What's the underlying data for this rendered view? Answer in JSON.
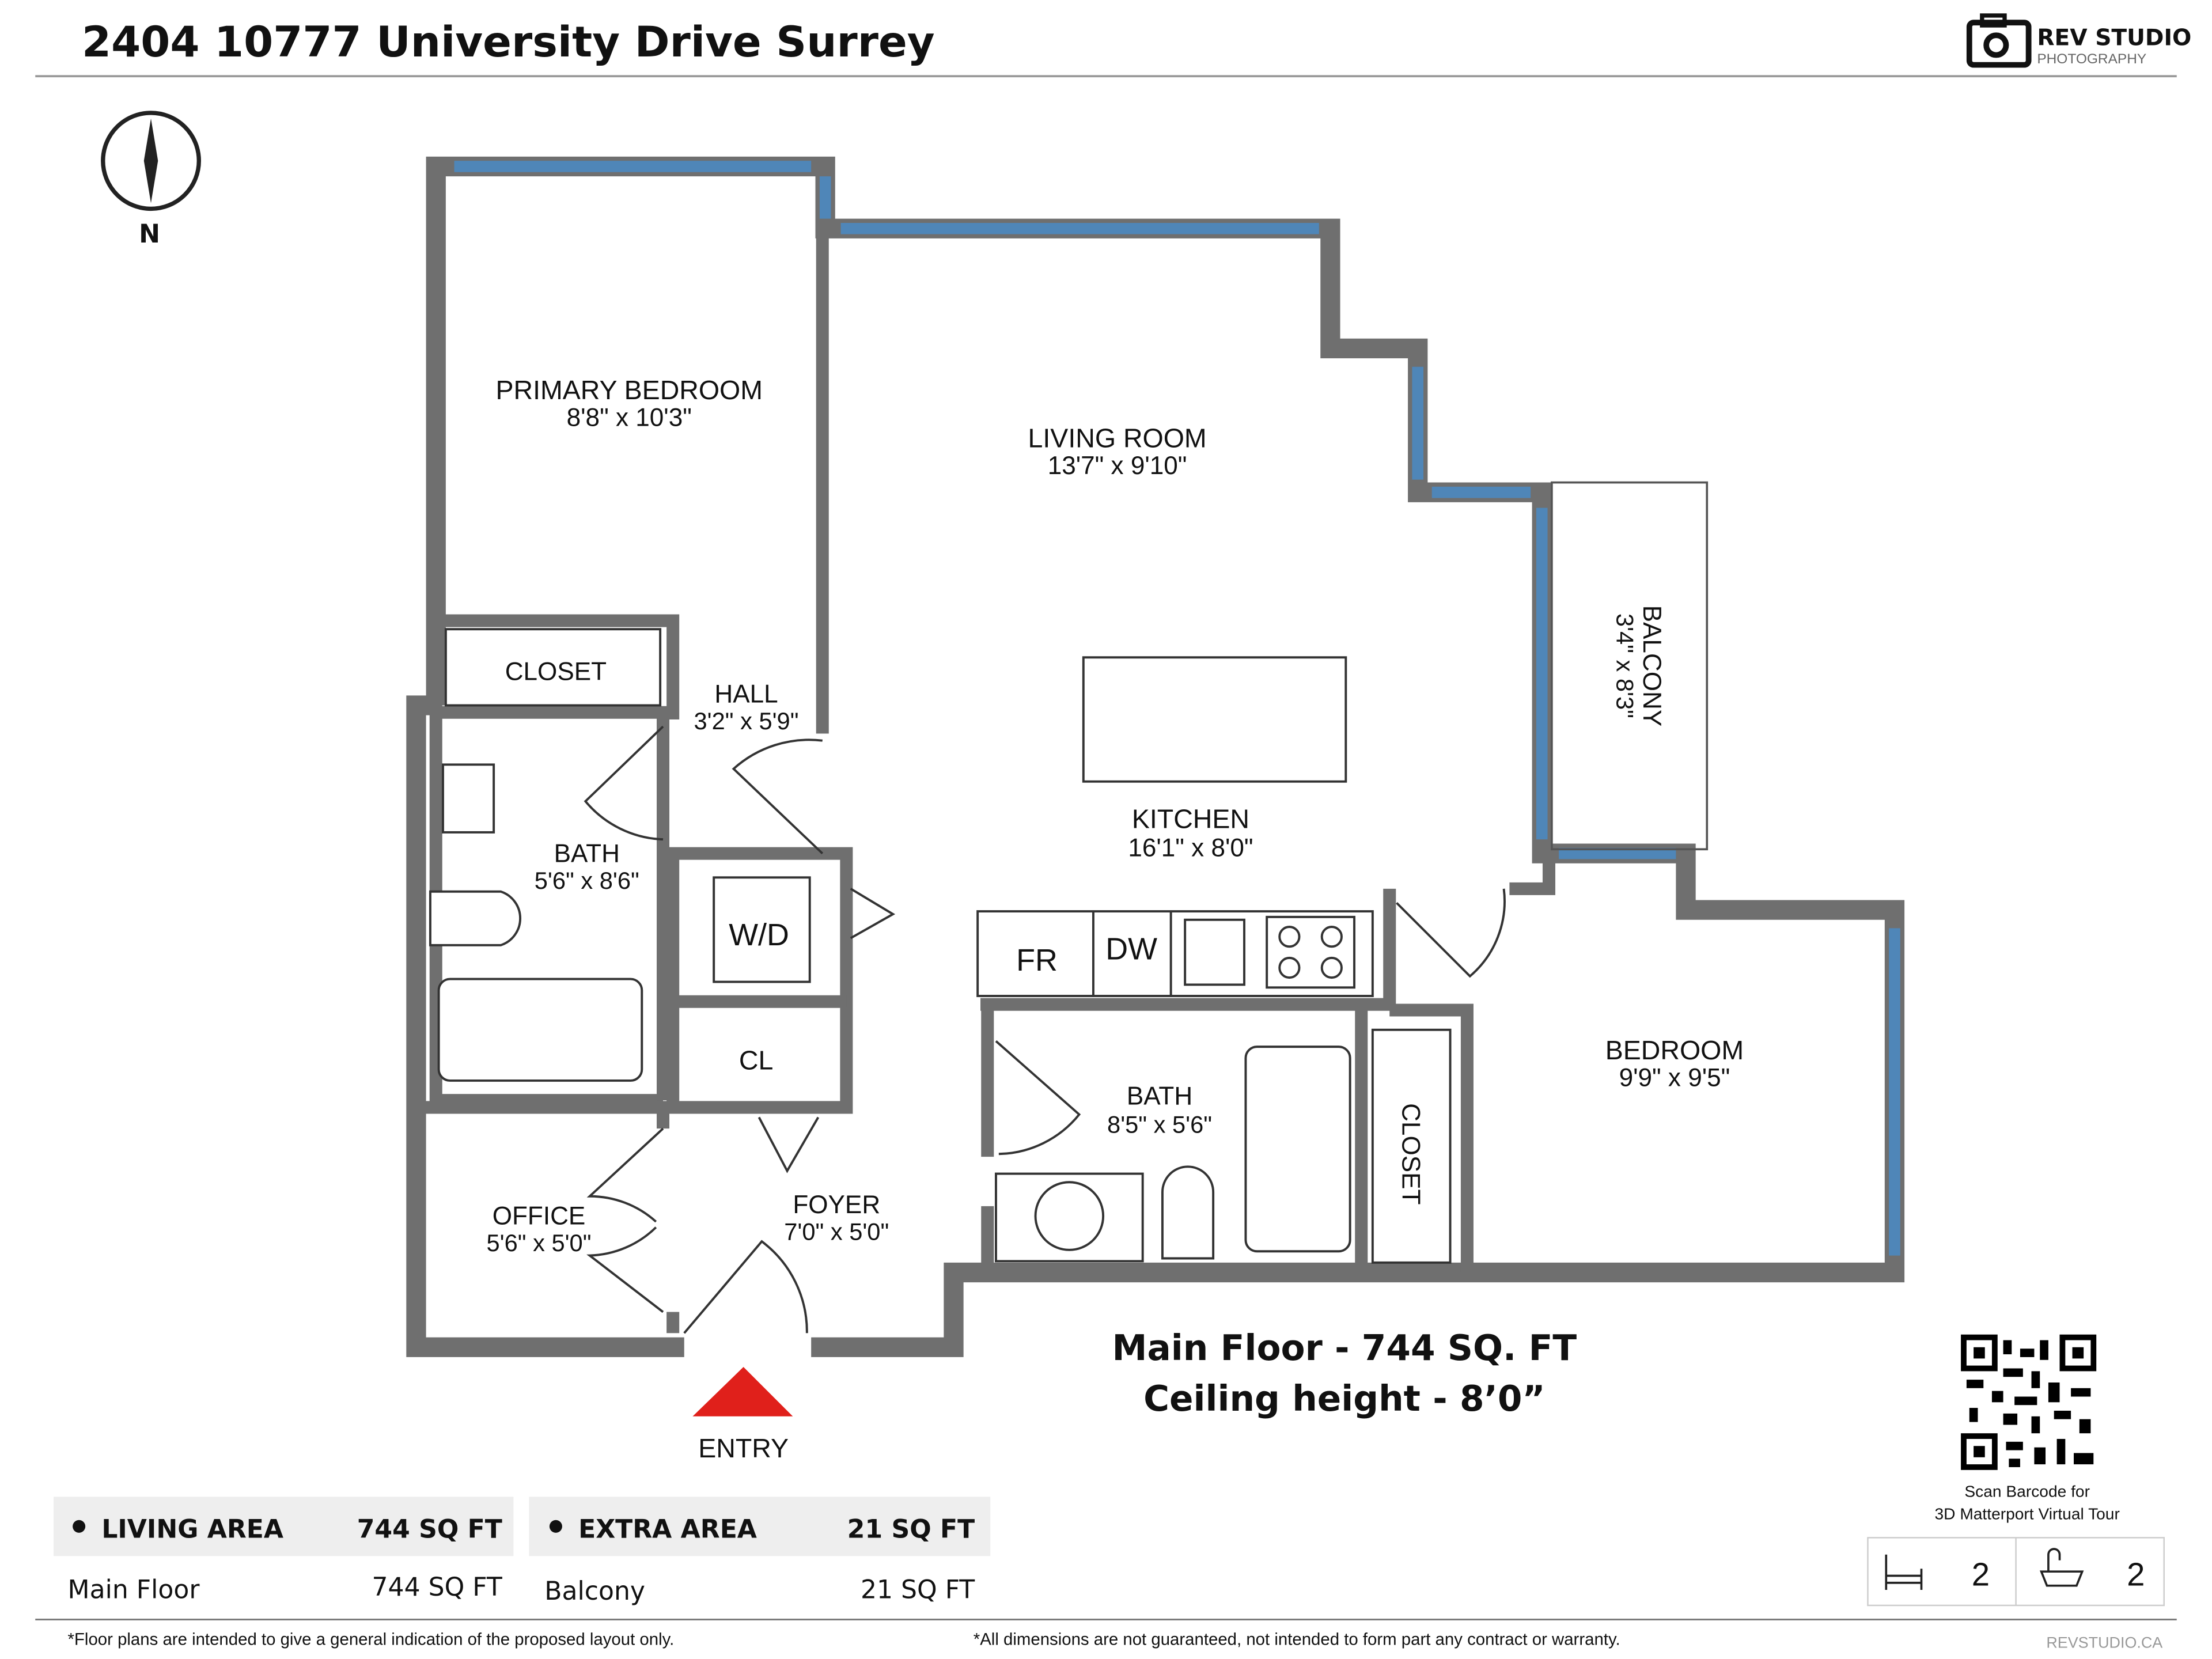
{
  "header": {
    "title": "2404 10777 University Drive Surrey",
    "logo_text": "REV STUDIO",
    "logo_sub": "PHOTOGRAPHY"
  },
  "compass": {
    "label": "N",
    "icon": "compass-icon"
  },
  "rooms": [
    {
      "name": "PRIMARY BEDROOM",
      "size": "8'8\" x 10'3\""
    },
    {
      "name": "LIVING ROOM",
      "size": "13'7\" x 9'10\""
    },
    {
      "name": "BALCONY",
      "size": "3'4\" x 8'3\""
    },
    {
      "name": "HALL",
      "size": "3'2\" x 5'9\""
    },
    {
      "name": "KITCHEN",
      "size": "16'1\" x 8'0\""
    },
    {
      "name": "BATH",
      "size": "5'6\" x 8'6\""
    },
    {
      "name": "BATH",
      "size": "8'5\" x 5'6\""
    },
    {
      "name": "BEDROOM",
      "size": "9'9\" x 9'5\""
    },
    {
      "name": "OFFICE",
      "size": "5'6\" x 5'0\""
    },
    {
      "name": "FOYER",
      "size": "7'0\" x 5'0\""
    }
  ],
  "labels": {
    "closet": "CLOSET",
    "closet2": "CLOSET",
    "wd": "W/D",
    "cl": "CL",
    "fr": "FR",
    "dw": "DW",
    "entry": "ENTRY"
  },
  "floor_info": {
    "line1": "Main Floor - 744 SQ. FT",
    "line2": "Ceiling height - 8’0”"
  },
  "qr": {
    "line1": "Scan Barcode for",
    "line2": "3D Matterport Virtual Tour"
  },
  "counts": {
    "bedrooms": "2",
    "bathrooms": "2"
  },
  "areas": {
    "living": {
      "label": "LIVING AREA",
      "total": "744 SQ FT",
      "rows": [
        {
          "name": "Main Floor",
          "value": "744 SQ FT"
        }
      ]
    },
    "extra": {
      "label": "EXTRA AREA",
      "total": "21 SQ FT",
      "rows": [
        {
          "name": "Balcony",
          "value": "21 SQ FT"
        }
      ]
    }
  },
  "footer": {
    "left": "*Floor plans are intended to give a general indication of the proposed layout only.",
    "right": "*All dimensions are not guaranteed, not intended to form part any contract or warranty.",
    "site": "REVSTUDIO.CA"
  },
  "colors": {
    "wall": "#6f6f6f",
    "window": "#4f86b8",
    "entry_arrow": "#e0201b",
    "table_header": "#eeeeee"
  }
}
